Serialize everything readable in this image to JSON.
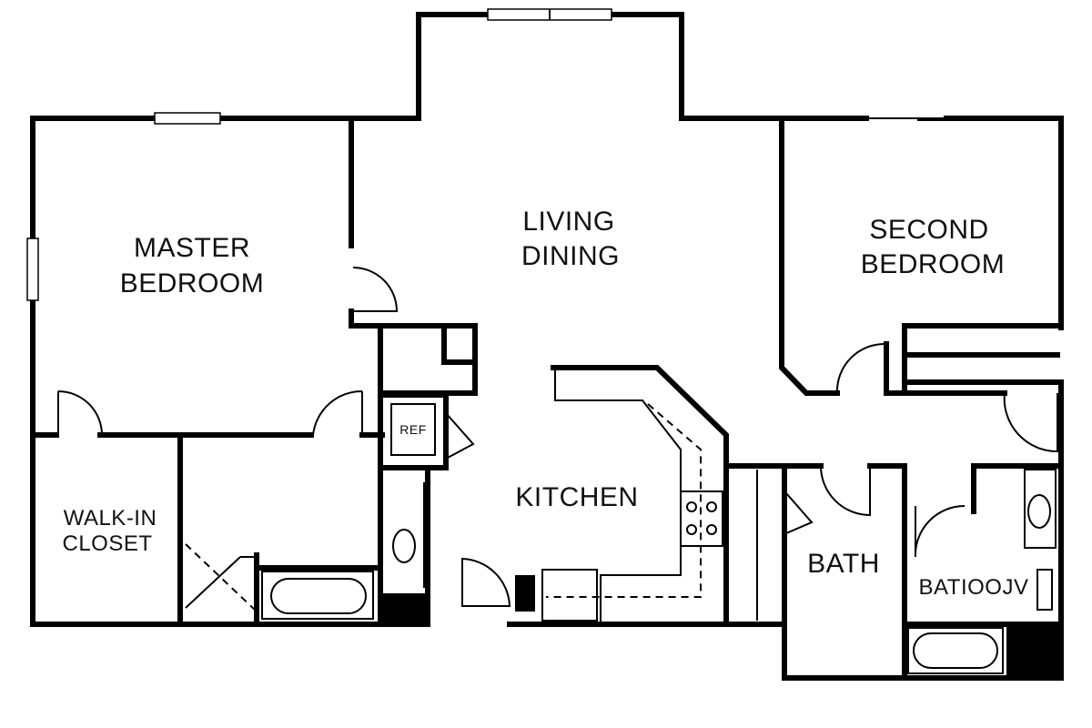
{
  "rooms": {
    "living": [
      "LIVING",
      "DINING"
    ],
    "master": [
      "MASTER",
      "BEDROOM"
    ],
    "second": [
      "SECOND",
      "BEDROOM"
    ],
    "closet": [
      "WALK-IN",
      "CLOSET"
    ],
    "kitchen": "KITCHEN",
    "bath": "BATH",
    "bathroom": "BATIOOJV",
    "ref": "REF"
  }
}
